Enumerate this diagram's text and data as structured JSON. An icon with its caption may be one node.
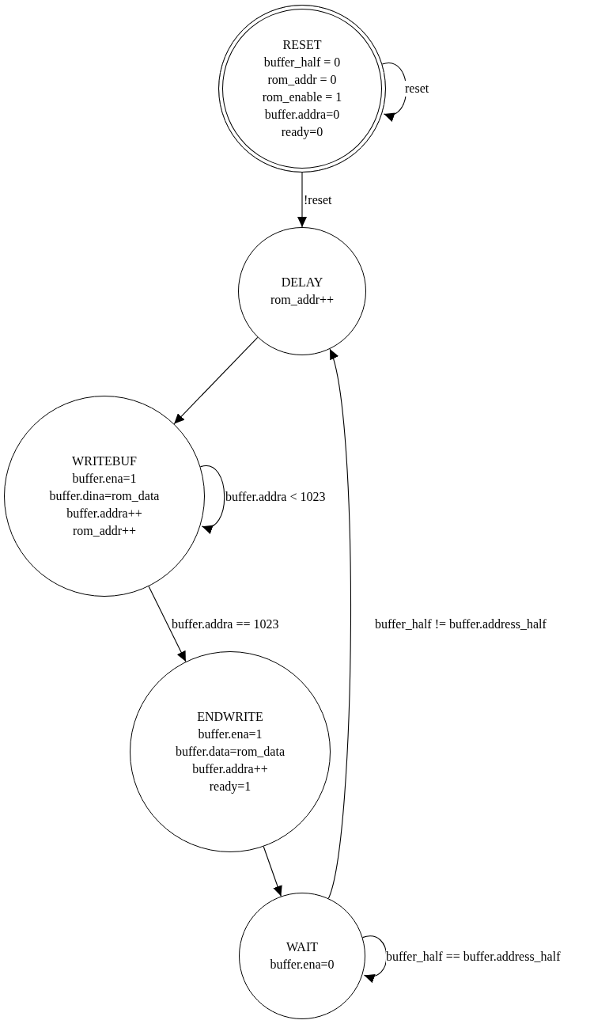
{
  "diagram": {
    "nodes": [
      {
        "text": [
          "RESET",
          "buffer_half = 0",
          "rom_addr = 0",
          "rom_enable = 1",
          "buffer.addra=0",
          "ready=0"
        ]
      },
      {
        "text": [
          "DELAY",
          "rom_addr++"
        ]
      },
      {
        "text": [
          "WRITEBUF",
          "buffer.ena=1",
          "buffer.dina=rom_data",
          "buffer.addra++",
          "rom_addr++"
        ]
      },
      {
        "text": [
          "ENDWRITE",
          "buffer.ena=1",
          "buffer.data=rom_data",
          "buffer.addra++",
          "ready=1"
        ]
      },
      {
        "text": [
          "WAIT",
          "buffer.ena=0"
        ]
      }
    ],
    "edges": [
      {
        "from": 0,
        "to": 0,
        "arrow": "to",
        "label": "reset"
      },
      {
        "from": 0,
        "to": 1,
        "arrow": "to",
        "label": "!reset"
      },
      {
        "from": 1,
        "to": 2,
        "arrow": "to"
      },
      {
        "from": 2,
        "to": 2,
        "arrow": "to",
        "label": "buffer.addra < 1023"
      },
      {
        "from": 2,
        "to": 3,
        "arrow": "to",
        "label": "buffer.addra == 1023"
      },
      {
        "from": 3,
        "to": 4,
        "arrow": "to"
      },
      {
        "from": 4,
        "to": 1,
        "arrow": "to",
        "label": "buffer_half != buffer.address_half"
      },
      {
        "from": 4,
        "to": 4,
        "arrow": "to",
        "label": "buffer_half == buffer.address_half"
      }
    ]
  }
}
